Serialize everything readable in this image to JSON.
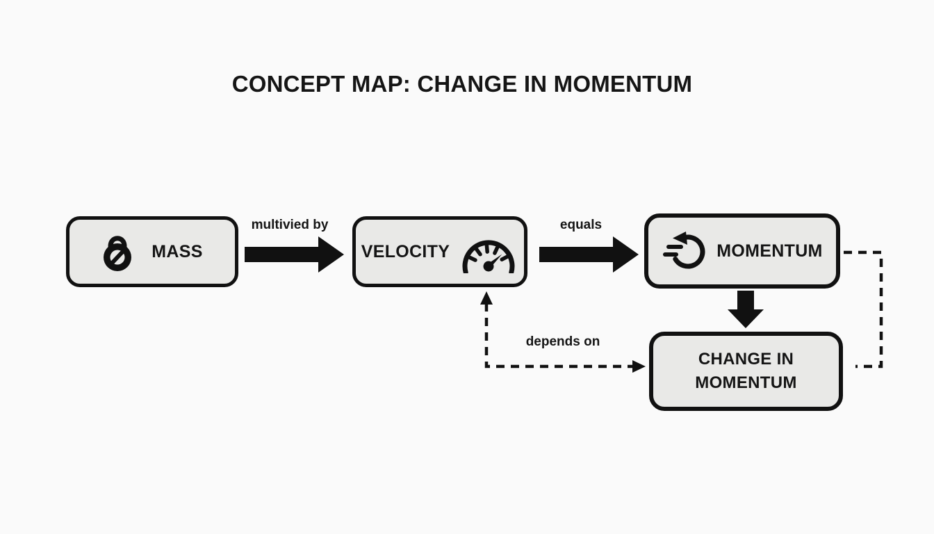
{
  "title": "CONCEPT MAP: CHANGE IN MOMENTUM",
  "nodes": {
    "mass": {
      "label": "MASS",
      "icon": "kettlebell-icon"
    },
    "velocity": {
      "label": "VELOCITY",
      "icon": "speedometer-icon"
    },
    "momentum": {
      "label": "MOMENTUM",
      "icon": "motion-rotate-arrow-icon"
    },
    "change_in_momentum": {
      "label": "CHANGE IN MOMENTUM"
    }
  },
  "edges": {
    "mass_to_velocity": {
      "label": "multivied by",
      "style": "solid-arrow-right"
    },
    "velocity_to_momentum": {
      "label": "equals",
      "style": "solid-arrow-right"
    },
    "momentum_to_change": {
      "label": "",
      "style": "solid-arrow-down"
    },
    "change_depends_on_velocity": {
      "label": "depends on",
      "style": "dashed-double-arrow"
    },
    "momentum_change_link": {
      "label": "",
      "style": "dashed-line"
    }
  },
  "colors": {
    "background": "#fafafa",
    "node_fill": "#e9e9e7",
    "stroke": "#111111",
    "text": "#151515"
  }
}
